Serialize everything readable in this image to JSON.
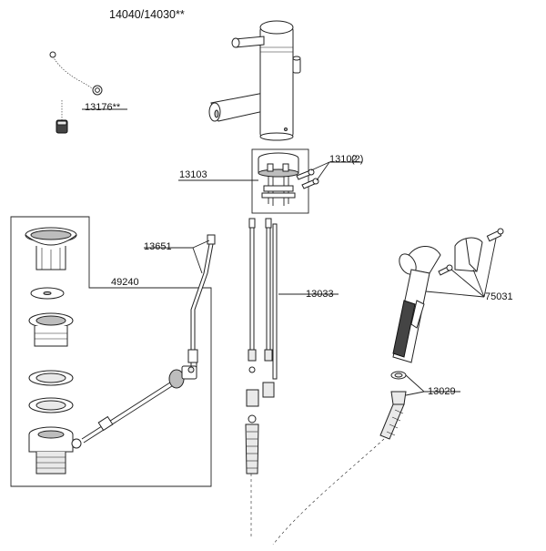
{
  "diagram": {
    "title": "14040/14030**",
    "labels": {
      "chain_stopper": "13176**",
      "mounting_kit": "13103",
      "screws": "13102",
      "screws_qty": "(2)",
      "popup_rod": "13651",
      "drain_assembly": "49240",
      "supply_hoses": "13033",
      "handspray_parts": "75031",
      "spray_hose": "13029"
    }
  }
}
